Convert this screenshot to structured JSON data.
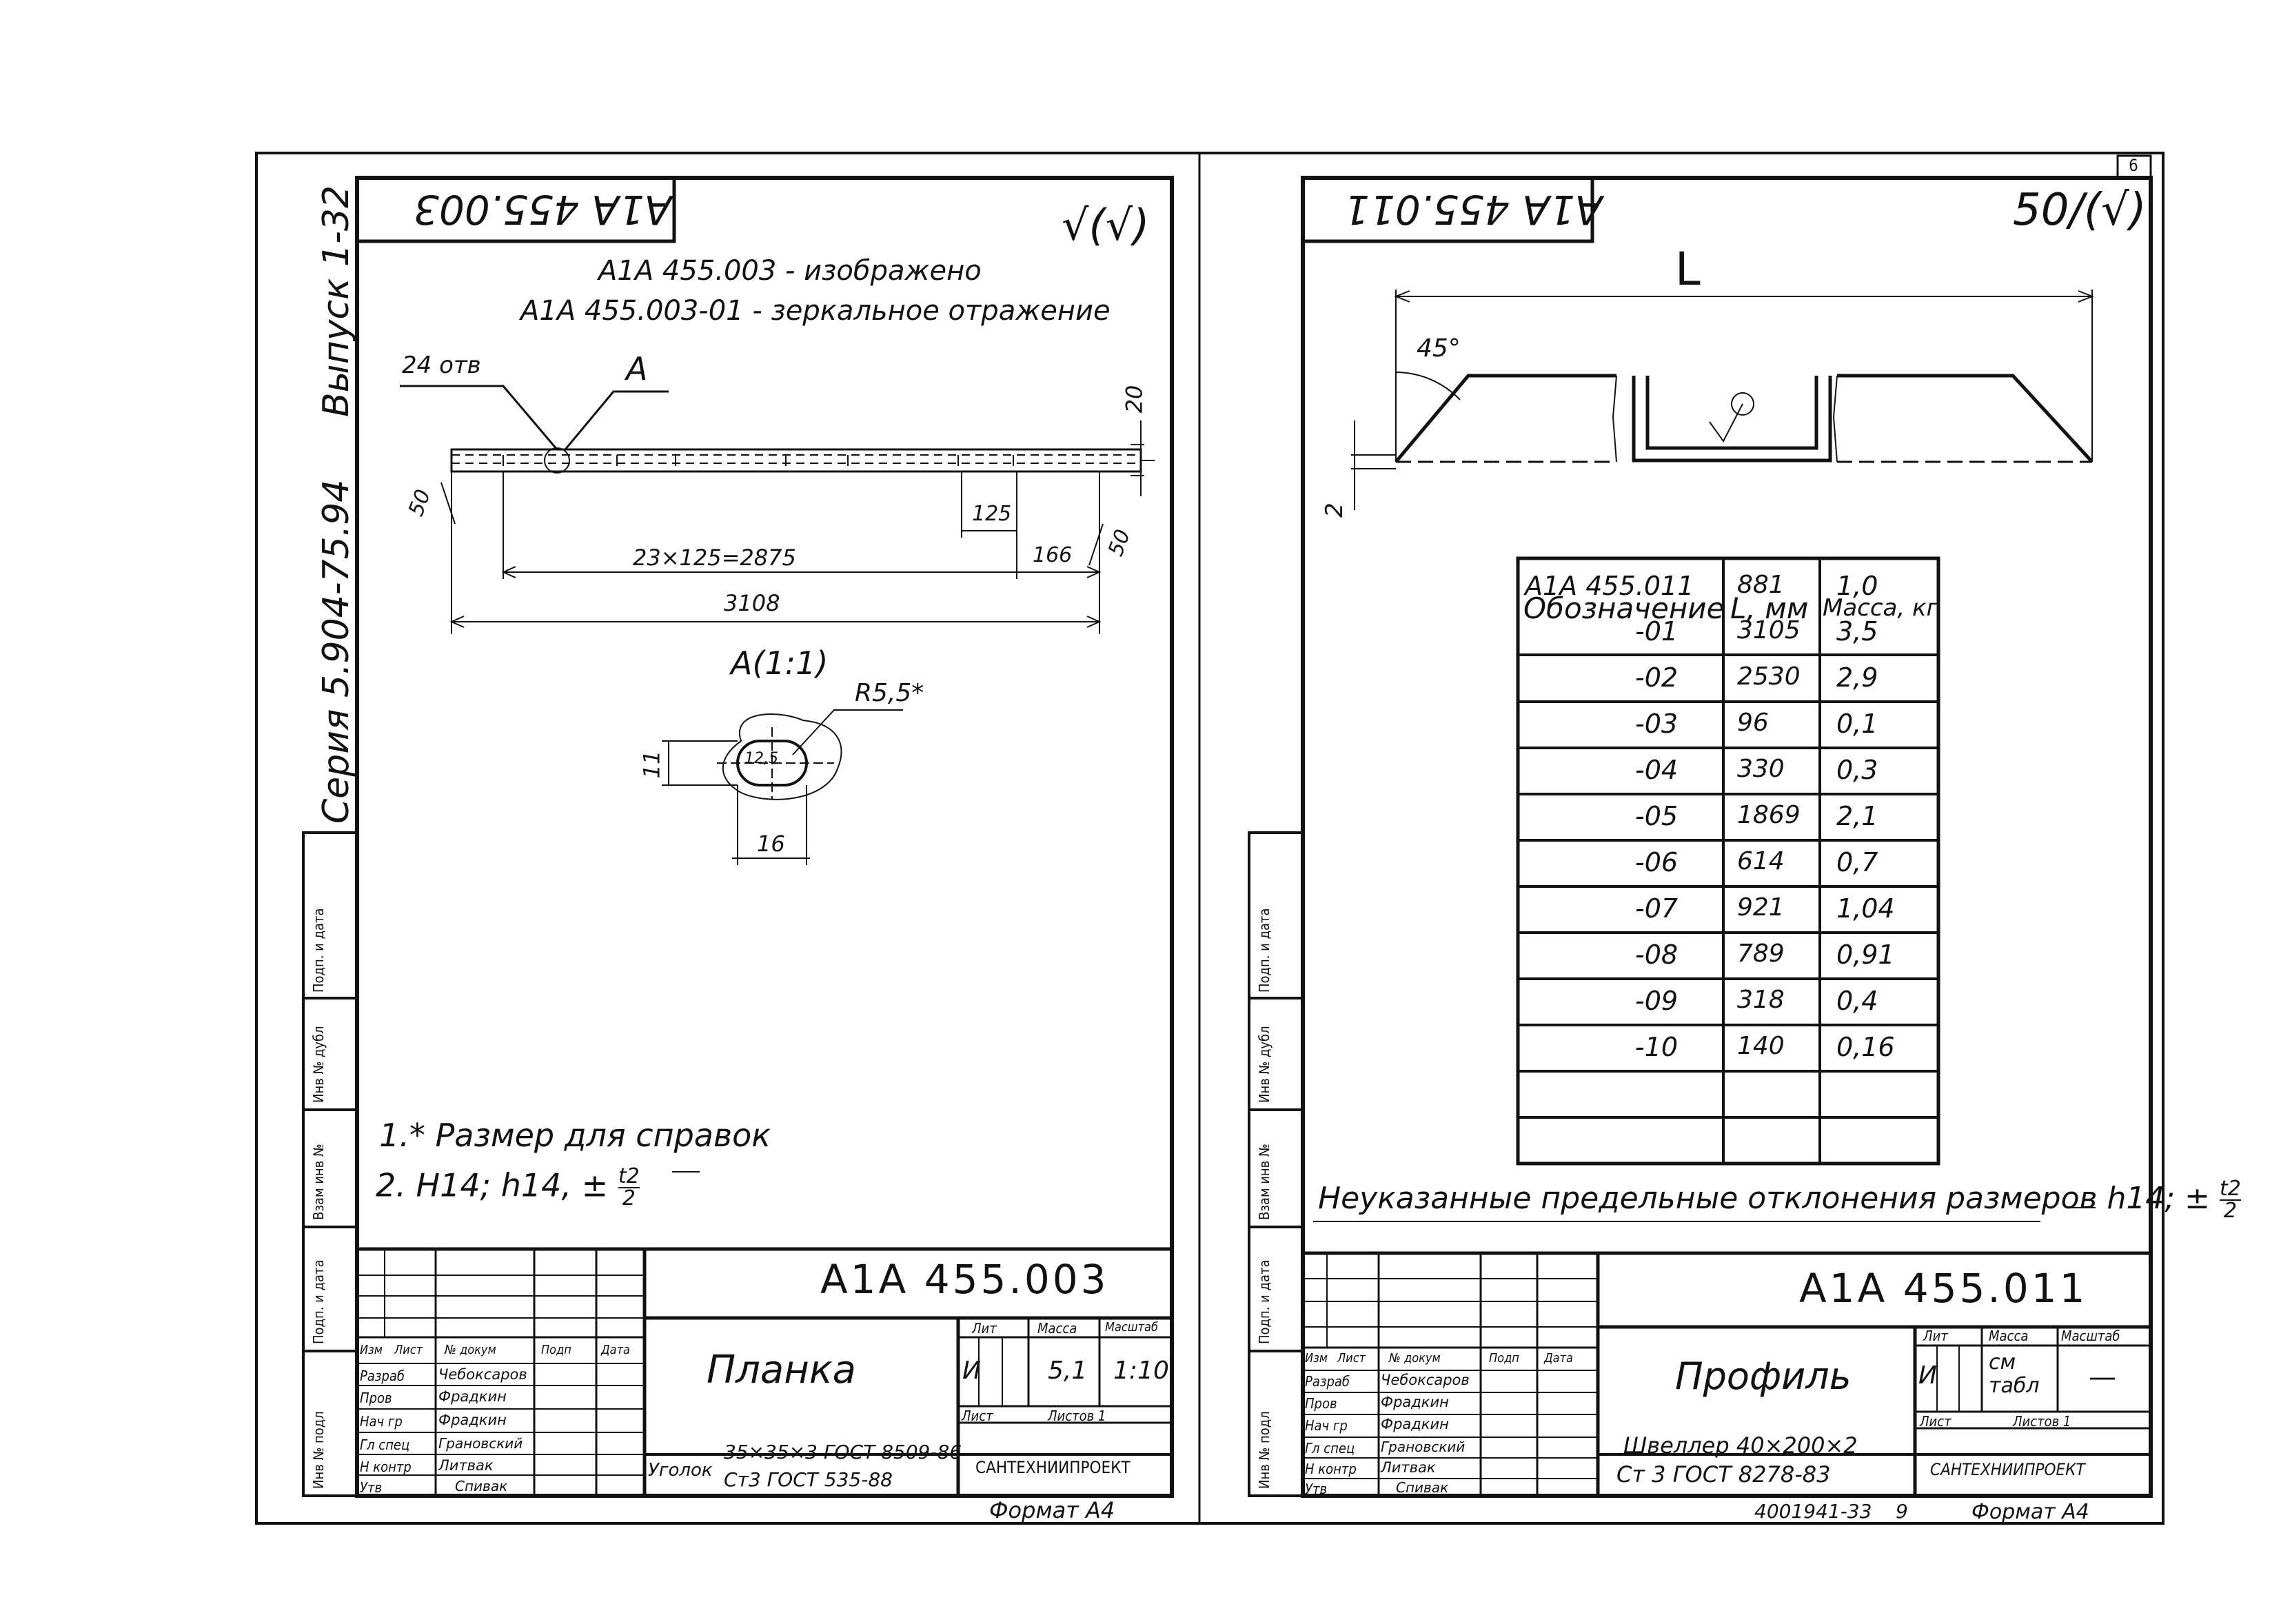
{
  "series_text": "Серия 5.904-75.94",
  "issue_text": "Выпуск 1-32",
  "margin_labels": [
    "Инв № подл",
    "Подп. и дата",
    "Взам инв №",
    "Инв № дубл",
    "Подп. и дата"
  ],
  "left_sheet": {
    "code_box": "А1А 455.003",
    "roughness": "√(√)",
    "note_line1": "А1А 455.003 - изображено",
    "note_line2": "А1А 455.003-01 - зеркальное отражение",
    "holes_label": "24 отв",
    "view_marker": "А",
    "dim_20": "20",
    "dim_50_left": "50",
    "dim_50_right": "50",
    "dim_125": "125",
    "dim_pitch": "23×125=2875",
    "dim_166": "166",
    "dim_total": "3108",
    "detail_title": "А(1:1)",
    "radius_label": "R5,5*",
    "dim_11": "11",
    "dim_12_5": "12,5",
    "dim_16": "16",
    "tech_note1": "1.* Размер для справок",
    "tech_note2": "2. H14; h14, ±",
    "tech_note2_frac_num": "t2",
    "tech_note2_frac_den": "2",
    "title_block": {
      "designation": "А1А 455.003",
      "name": "Планка",
      "material_line1": "Уголок 35×35×3 ГОСТ 8509-86",
      "material_line2": "Ст 3 ГОСТ 535-88",
      "material_prefix": "Уголок",
      "material_top": "35×35×3 ГОСТ 8509-86",
      "material_bottom": "Ст3 ГОСТ 535-88",
      "hdr_lit": "Лит",
      "hdr_mass": "Масса",
      "hdr_scale": "Масштаб",
      "lit_value": "И",
      "mass_value": "5,1",
      "scale_value": "1:10",
      "sheet_label": "Лист",
      "sheets_label": "Листов 1",
      "org": "САНТЕХНИИПРОЕКТ",
      "rows": [
        {
          "role": "Изм",
          "name": "Лист",
          "doc": "№ докум",
          "sign": "Подп",
          "date": "Дата"
        },
        {
          "role": "Разраб",
          "name": "Чебоксаров"
        },
        {
          "role": "Пров",
          "name": "Фрадкин"
        },
        {
          "role": "Нач гр",
          "name": "Фрадкин"
        },
        {
          "role": "Гл спец",
          "name": "Грановский"
        },
        {
          "role": "Н контр",
          "name": "Литвак"
        },
        {
          "role": "Утв",
          "name": "Спивак"
        }
      ]
    },
    "format": "Формат А4"
  },
  "right_sheet": {
    "code_box": "А1А 455.011",
    "sheet_no": "6",
    "roughness": "50/(√)",
    "dim_L": "L",
    "angle_45": "45°",
    "dim_2": "2",
    "table_headers": [
      "Обозначение",
      "L, мм",
      "Масса, кг"
    ],
    "table_rows": [
      [
        "А1А 455.011",
        "881",
        "1,0"
      ],
      [
        "-01",
        "3105",
        "3,5"
      ],
      [
        "-02",
        "2530",
        "2,9"
      ],
      [
        "-03",
        "96",
        "0,1"
      ],
      [
        "-04",
        "330",
        "0,3"
      ],
      [
        "-05",
        "1869",
        "2,1"
      ],
      [
        "-06",
        "614",
        "0,7"
      ],
      [
        "-07",
        "921",
        "1,04"
      ],
      [
        "-08",
        "789",
        "0,91"
      ],
      [
        "-09",
        "318",
        "0,4"
      ],
      [
        "-10",
        "140",
        "0,16"
      ]
    ],
    "tolerance_note": "Неуказанные предельные отклонения размеров h14; ±",
    "tolerance_frac_num": "t2",
    "tolerance_frac_den": "2",
    "title_block": {
      "designation": "А1А 455.011",
      "name": "Профиль",
      "material_line1": "Швеллер 40×200×2",
      "material_line2": "Ст 3 ГОСТ 8278-83",
      "hdr_lit": "Лит",
      "hdr_mass": "Масса",
      "hdr_scale": "Масштаб",
      "lit_value": "И",
      "mass_value": "см табл",
      "scale_value": "—",
      "sheet_label": "Лист",
      "sheets_label": "Листов 1",
      "org": "САНТЕХНИИПРОЕКТ",
      "rows": [
        {
          "role": "Изм",
          "name": "Лист",
          "doc": "№ докум",
          "sign": "Подп",
          "date": "Дата"
        },
        {
          "role": "Разраб",
          "name": "Чебоксаров"
        },
        {
          "role": "Пров",
          "name": "Фрадкин"
        },
        {
          "role": "Нач гр",
          "name": "Фрадкин"
        },
        {
          "role": "Гл спец",
          "name": "Грановский"
        },
        {
          "role": "Н контр",
          "name": "Литвак"
        },
        {
          "role": "Утв",
          "name": "Спивак"
        }
      ]
    },
    "bottom_code": "4001941-33",
    "bottom_page": "9",
    "format": "Формат А4"
  }
}
